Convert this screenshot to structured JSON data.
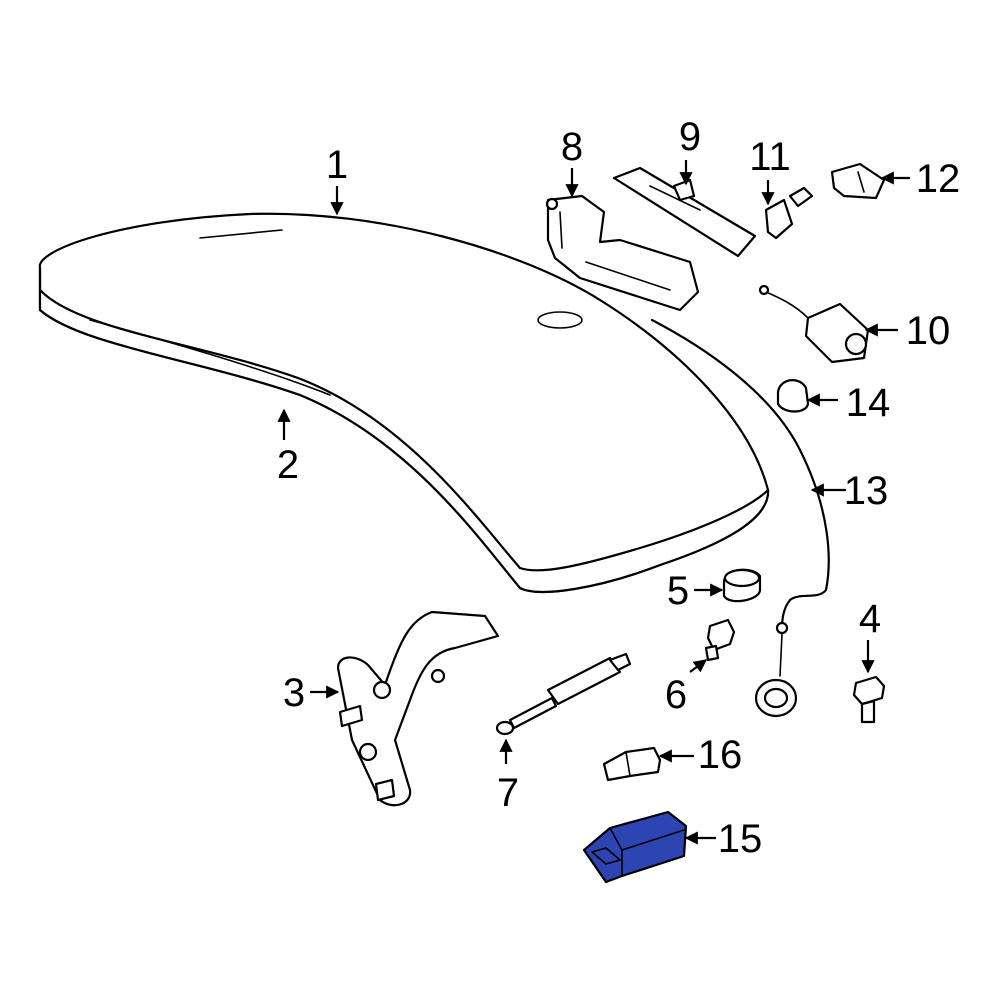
{
  "callouts": {
    "c1": "1",
    "c2": "2",
    "c3": "3",
    "c4": "4",
    "c5": "5",
    "c6": "6",
    "c7": "7",
    "c8": "8",
    "c9": "9",
    "c10": "10",
    "c11": "11",
    "c12": "12",
    "c13": "13",
    "c14": "14",
    "c15": "15",
    "c16": "16"
  },
  "colors": {
    "highlight": "#2d44b3",
    "line": "#000000",
    "background": "#ffffff"
  },
  "highlighted_part": "15"
}
